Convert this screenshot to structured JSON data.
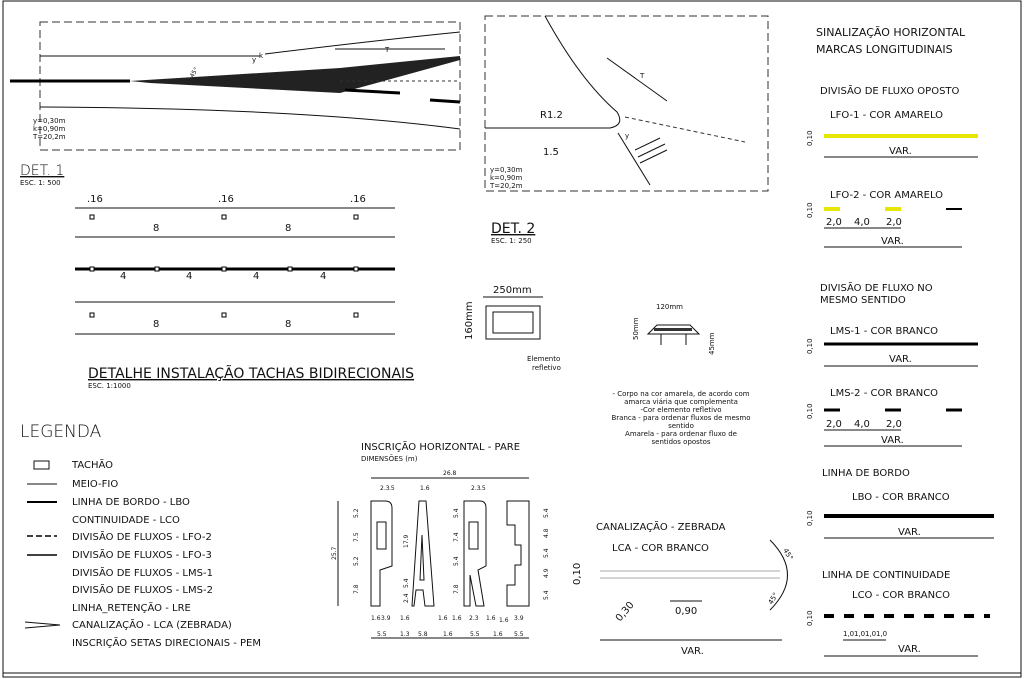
{
  "det1": {
    "title": "DET. 1",
    "scale": "ESC. 1: 500",
    "params": [
      "y=0,30m",
      "k=0,90m",
      "T=20,2m"
    ],
    "labels": {
      "t": "T",
      "y": "y",
      "k": "k",
      "angle": "45°"
    }
  },
  "det2": {
    "title": "DET. 2",
    "scale": "ESC. 1: 250",
    "params": [
      "y=0,30m",
      "k=0,90m",
      "T=20,2m"
    ],
    "labels": {
      "radius": "R1.2",
      "offset": "1.5",
      "t": "T",
      "y": "y"
    }
  },
  "tachas": {
    "title": "DETALHE INSTALAÇÃO TACHAS BIDIRECIONAIS",
    "scale": "ESC. 1:1000",
    "dim16": ".16",
    "dim8": "8",
    "dim4": "4"
  },
  "tachao_detail": {
    "width": "250mm",
    "height": "160mm",
    "element_label": [
      "Elemento",
      "refletivo"
    ]
  },
  "tacha_detail": {
    "width": "120mm",
    "height": "50mm",
    "pin": "45mm",
    "notes": [
      "- Corpo na cor amarela, de acordo com",
      "amarca viária que complementa",
      "-Cor elemento refletivo",
      "Branca - para ordenar fluxos de mesmo",
      "sentido",
      "Amarela - para ordenar fluxo de",
      "sentidos opostos"
    ]
  },
  "legend": {
    "title": "LEGENDA",
    "items": [
      "TACHÃO",
      "MEIO-FIO",
      "LINHA DE BORDO - LBO",
      "CONTINUIDADE - LCO",
      "DIVISÃO DE FLUXOS - LFO-2",
      "DIVISÃO DE FLUXOS - LFO-3",
      "DIVISÃO DE FLUXOS - LMS-1",
      "DIVISÃO DE FLUXOS - LMS-2",
      "LINHA_RETENÇÃO - LRE",
      "CANALIZAÇÃO - LCA (ZEBRADA)",
      "INSCRIÇÃO SETAS DIRECIONAIS - PEM"
    ]
  },
  "pare": {
    "title": "INSCRIÇÃO HORIZONTAL - PARE",
    "subtitle": "DIMENSÕES (m)",
    "total_width": "26.8",
    "total_height": "25.7",
    "top_dims": [
      "2.3",
      ".5",
      "1.6",
      "2.3",
      ".5"
    ],
    "left_dims_p": [
      "5.2",
      "7.5",
      "5.2",
      "7.8"
    ],
    "a_dims": [
      "17.9",
      "5.4",
      "2.4"
    ],
    "left_dims_r": [
      "5.4",
      "7.4",
      "5.4",
      "7.8"
    ],
    "right_dims_e": [
      "5.4",
      "4.8",
      "5.4",
      "4.9",
      "5.4"
    ],
    "bottom_row1": [
      "1.6",
      "3.9",
      "1.6",
      "1.6",
      "1.6",
      "2.3",
      "1.6",
      "1.6",
      "3.9"
    ],
    "bottom_row2": [
      "5.5",
      "1.3",
      "5.8",
      "1.6",
      "5.5",
      "1.6",
      "5.5"
    ]
  },
  "canalizacao": {
    "title": "CANALIZAÇÃO - ZEBRADA",
    "subtitle": "LCA - COR BRANCO",
    "width": "0,10",
    "stripe": "0,30",
    "gap": "0,90",
    "var": "VAR.",
    "angle": "45°"
  },
  "right": {
    "title1": "SINALIZAÇÃO HORIZONTAL",
    "title2": "MARCAS LONGITUDINAIS",
    "sec1": "DIVISÃO DE FLUXO OPOSTO",
    "lfo1": "LFO-1 - COR AMARELO",
    "lfo2": "LFO-2 - COR AMARELO",
    "sec2a": "DIVISÃO DE FLUXO NO",
    "sec2b": "MESMO SENTIDO",
    "lms1": "LMS-1 - COR BRANCO",
    "lms2": "LMS-2 - COR BRANCO",
    "sec3": "LINHA DE BORDO",
    "lbo": "LBO - COR BRANCO",
    "sec4": "LINHA DE CONTINUIDADE",
    "lco": "LCO - COR BRANCO",
    "w": "0,10",
    "var": "VAR.",
    "d2": "2,0",
    "d4": "4,0",
    "d1": "1,0"
  },
  "colors": {
    "yellow": "#e6e600",
    "line": "#111111"
  }
}
